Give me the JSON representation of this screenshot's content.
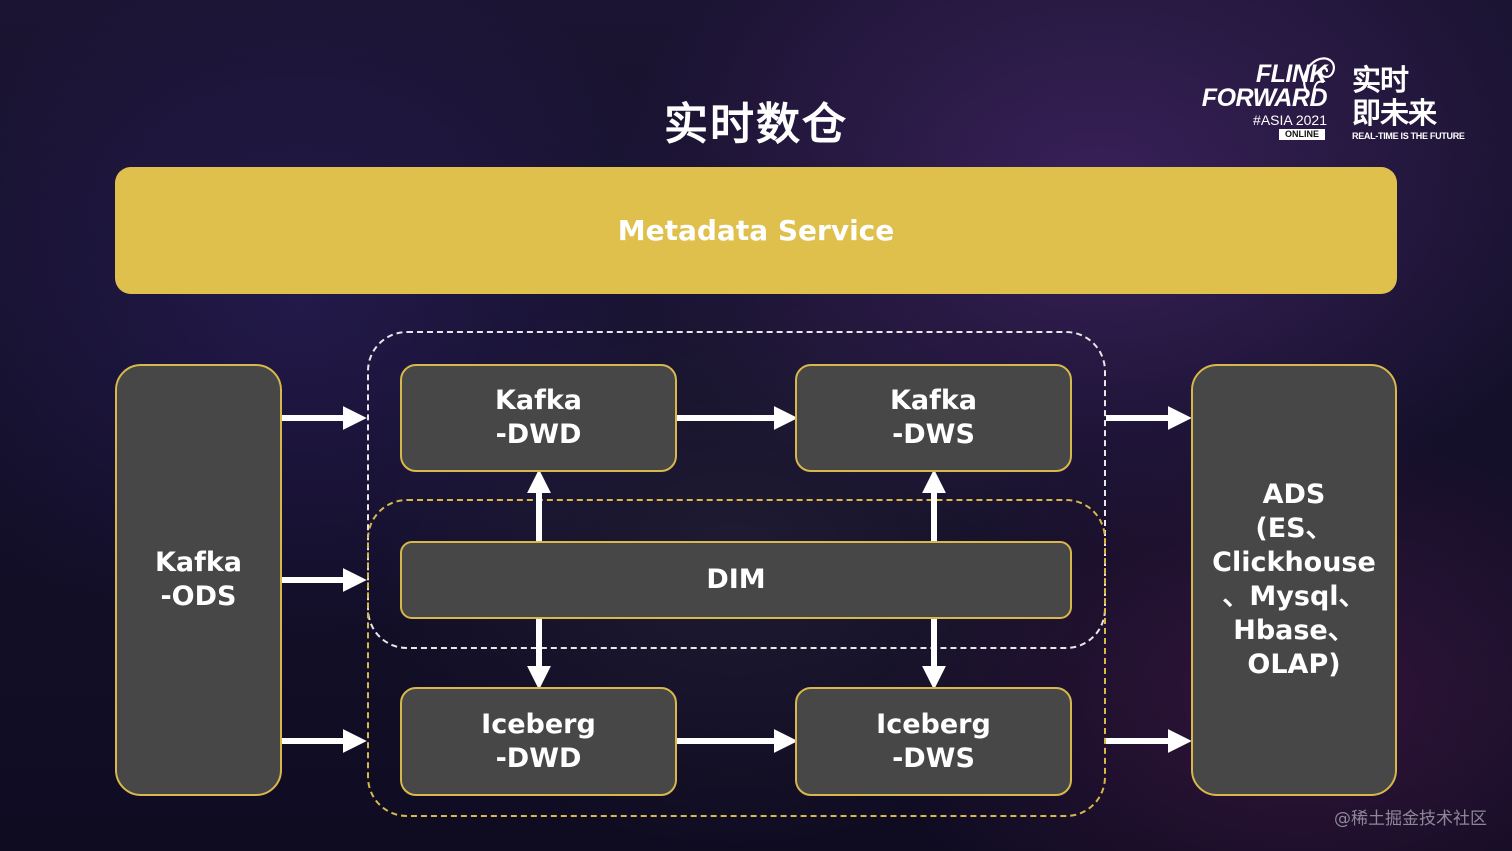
{
  "slide_title": "实时数仓",
  "logo": {
    "line1": "FLINK",
    "line2": "FORWARD",
    "edition": "#ASIA 2021",
    "badge": "ONLINE",
    "cn_line1": "实时",
    "cn_line2": "即未来",
    "tagline": "REAL-TIME IS THE FUTURE"
  },
  "metadata_service": "Metadata Service",
  "nodes": {
    "kafka_ods": [
      "Kafka",
      "-ODS"
    ],
    "kafka_dwd": [
      "Kafka",
      "-DWD"
    ],
    "kafka_dws": [
      "Kafka",
      "-DWS"
    ],
    "dim": "DIM",
    "iceberg_dwd": [
      "Iceberg",
      "-DWD"
    ],
    "iceberg_dws": [
      "Iceberg",
      "-DWS"
    ],
    "ads": [
      "ADS",
      "(ES、",
      "Clickhouse",
      "、Mysql、",
      "Hbase、",
      "OLAP)"
    ]
  },
  "watermark": "@稀土掘金技术社区",
  "colors": {
    "accent_yellow": "#e0c04c",
    "box_fill": "#474747",
    "box_border": "#d8b84a",
    "arrow": "#ffffff"
  }
}
